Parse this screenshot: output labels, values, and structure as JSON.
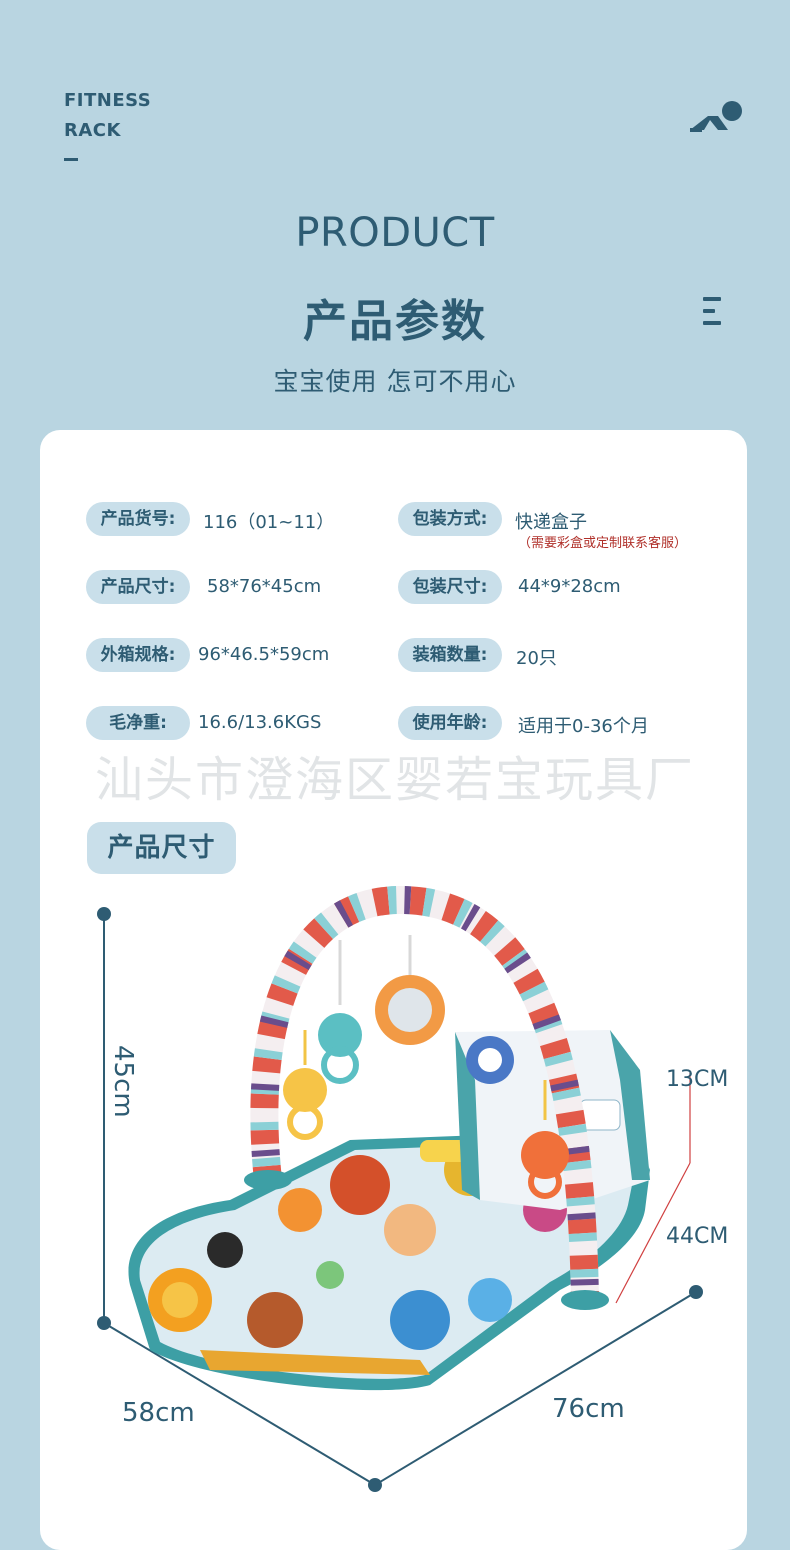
{
  "header": {
    "brand_line1": "FITNESS",
    "brand_line2": "RACK",
    "title_en": "PRODUCT",
    "title_cn": "产品参数",
    "subtitle": "宝宝使用 怎可不用心"
  },
  "specs": [
    {
      "label": "产品货号:",
      "value": "116（01~11）"
    },
    {
      "label": "包装方式:",
      "value": "快递盒子",
      "note": "（需要彩盒或定制联系客服）"
    },
    {
      "label": "产品尺寸:",
      "value": "58*76*45cm"
    },
    {
      "label": "包装尺寸:",
      "value": "44*9*28cm"
    },
    {
      "label": "外箱规格:",
      "value": "96*46.5*59cm"
    },
    {
      "label": "装箱数量:",
      "value": "20只"
    },
    {
      "label": "毛净重:",
      "value": "16.6/13.6KGS"
    },
    {
      "label": "使用年龄:",
      "value": "适用于0-36个月"
    }
  ],
  "watermark": "汕头市澄海区婴若宝玩具厂",
  "size_section": {
    "title": "产品尺寸",
    "height": "45cm",
    "depth": "58cm",
    "width": "76cm",
    "panel_height": "13CM",
    "panel_width": "44CM"
  },
  "colors": {
    "background": "#b9d5e1",
    "text": "#2e5c73",
    "pill": "#c9dfea",
    "note": "#b0302a"
  }
}
